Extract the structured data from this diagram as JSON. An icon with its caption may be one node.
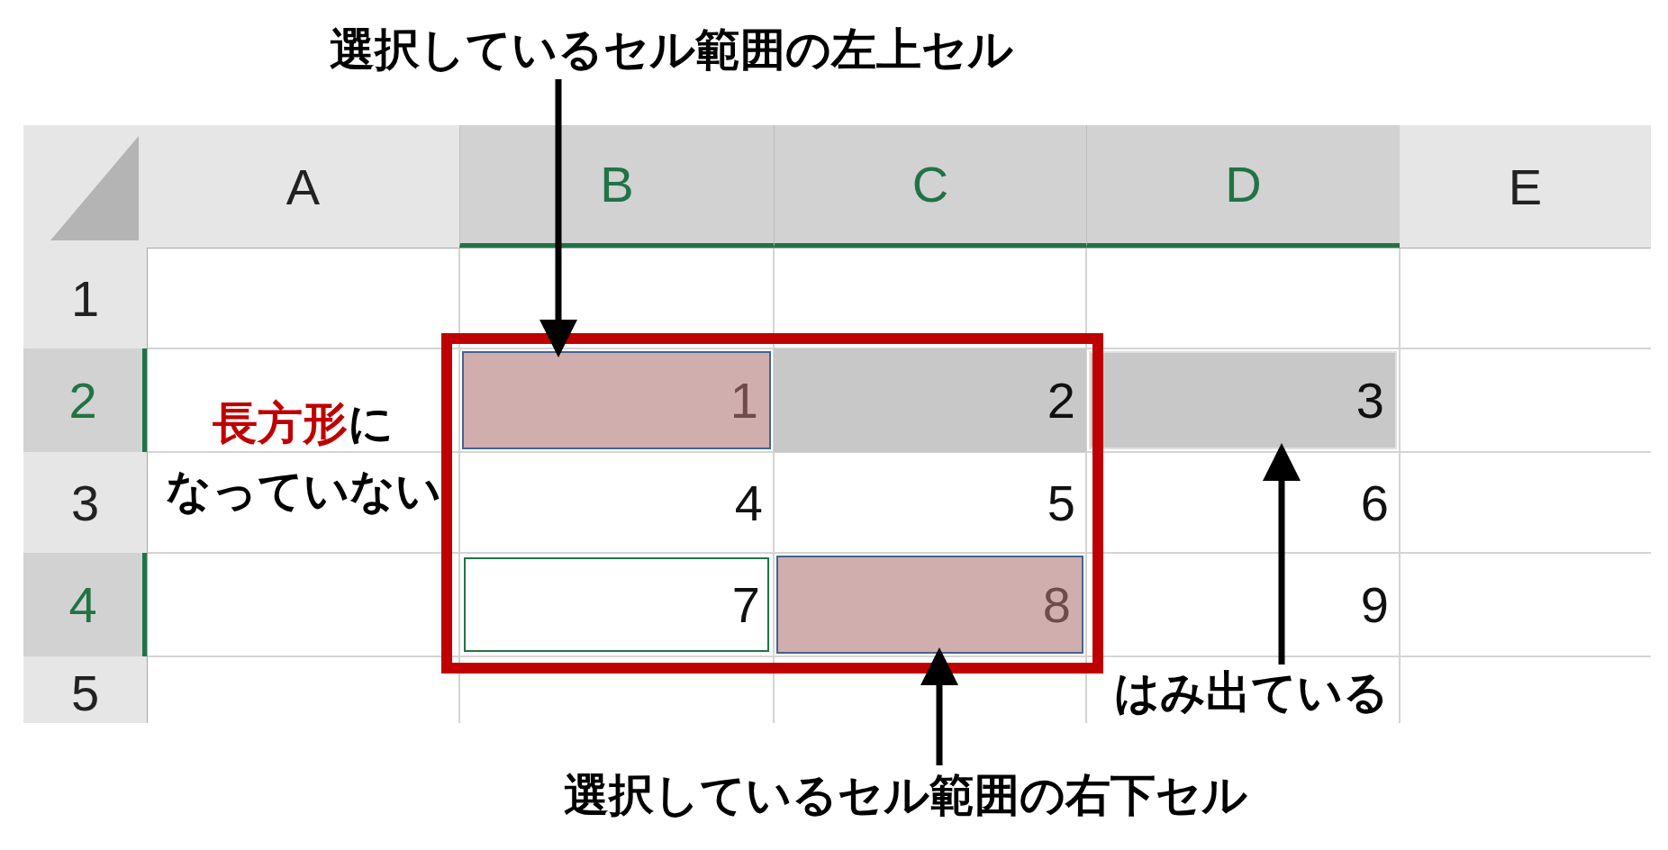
{
  "diagram": {
    "nodes": [
      {
        "text": [
          "選択しているセル範囲の左上セル"
        ]
      },
      {
        "text": [
          "1"
        ]
      },
      {
        "text": [
          "3"
        ]
      },
      {
        "text": [
          "8"
        ]
      },
      {
        "text": [
          "はみ出ている"
        ]
      },
      {
        "text": [
          "選択しているセル範囲の右下セル"
        ]
      }
    ],
    "edges": [
      {
        "from": 0,
        "to": 1,
        "arrow": "to"
      },
      {
        "from": 4,
        "to": 2,
        "arrow": "to"
      },
      {
        "from": 5,
        "to": 3,
        "arrow": "to"
      }
    ],
    "labels": [
      "A",
      "B",
      "C",
      "D",
      "E",
      "1",
      "2",
      "2",
      "**長方形**に",
      "3",
      "なっていない",
      "4",
      "5",
      "6",
      "4",
      "7",
      "9",
      "5"
    ]
  }
}
